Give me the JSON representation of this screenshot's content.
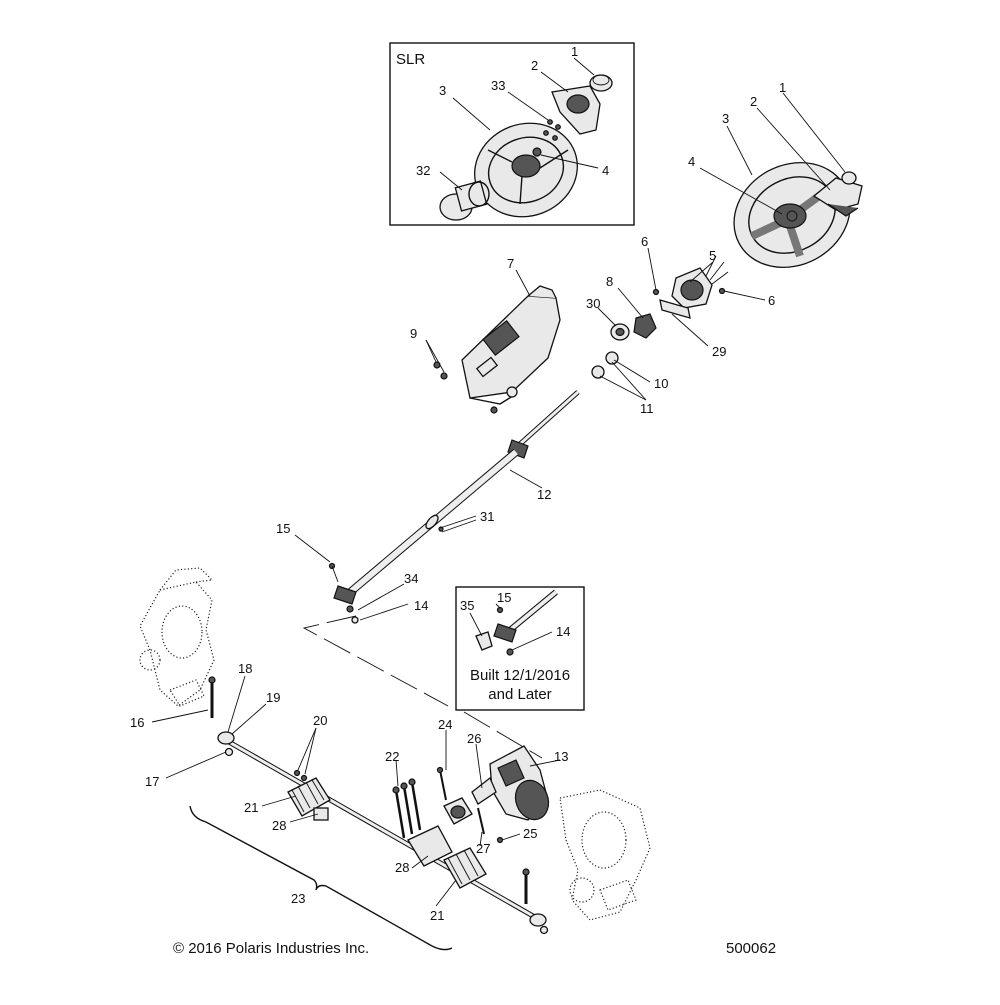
{
  "insets": {
    "slr": {
      "title": "SLR"
    },
    "built": {
      "line1": "Built 12/1/2016",
      "line2": "and Later"
    }
  },
  "callouts": [
    "1",
    "2",
    "33",
    "3",
    "4",
    "32",
    "1",
    "2",
    "3",
    "4",
    "6",
    "5",
    "6",
    "8",
    "30",
    "29",
    "7",
    "9",
    "10",
    "11",
    "12",
    "31",
    "15",
    "34",
    "14",
    "15",
    "35",
    "14",
    "18",
    "19",
    "16",
    "20",
    "17",
    "24",
    "26",
    "13",
    "22",
    "21",
    "28",
    "27",
    "25",
    "28",
    "21",
    "23"
  ],
  "footer": {
    "copyright": "© 2016 Polaris Industries Inc.",
    "diagram_number": "500062"
  }
}
